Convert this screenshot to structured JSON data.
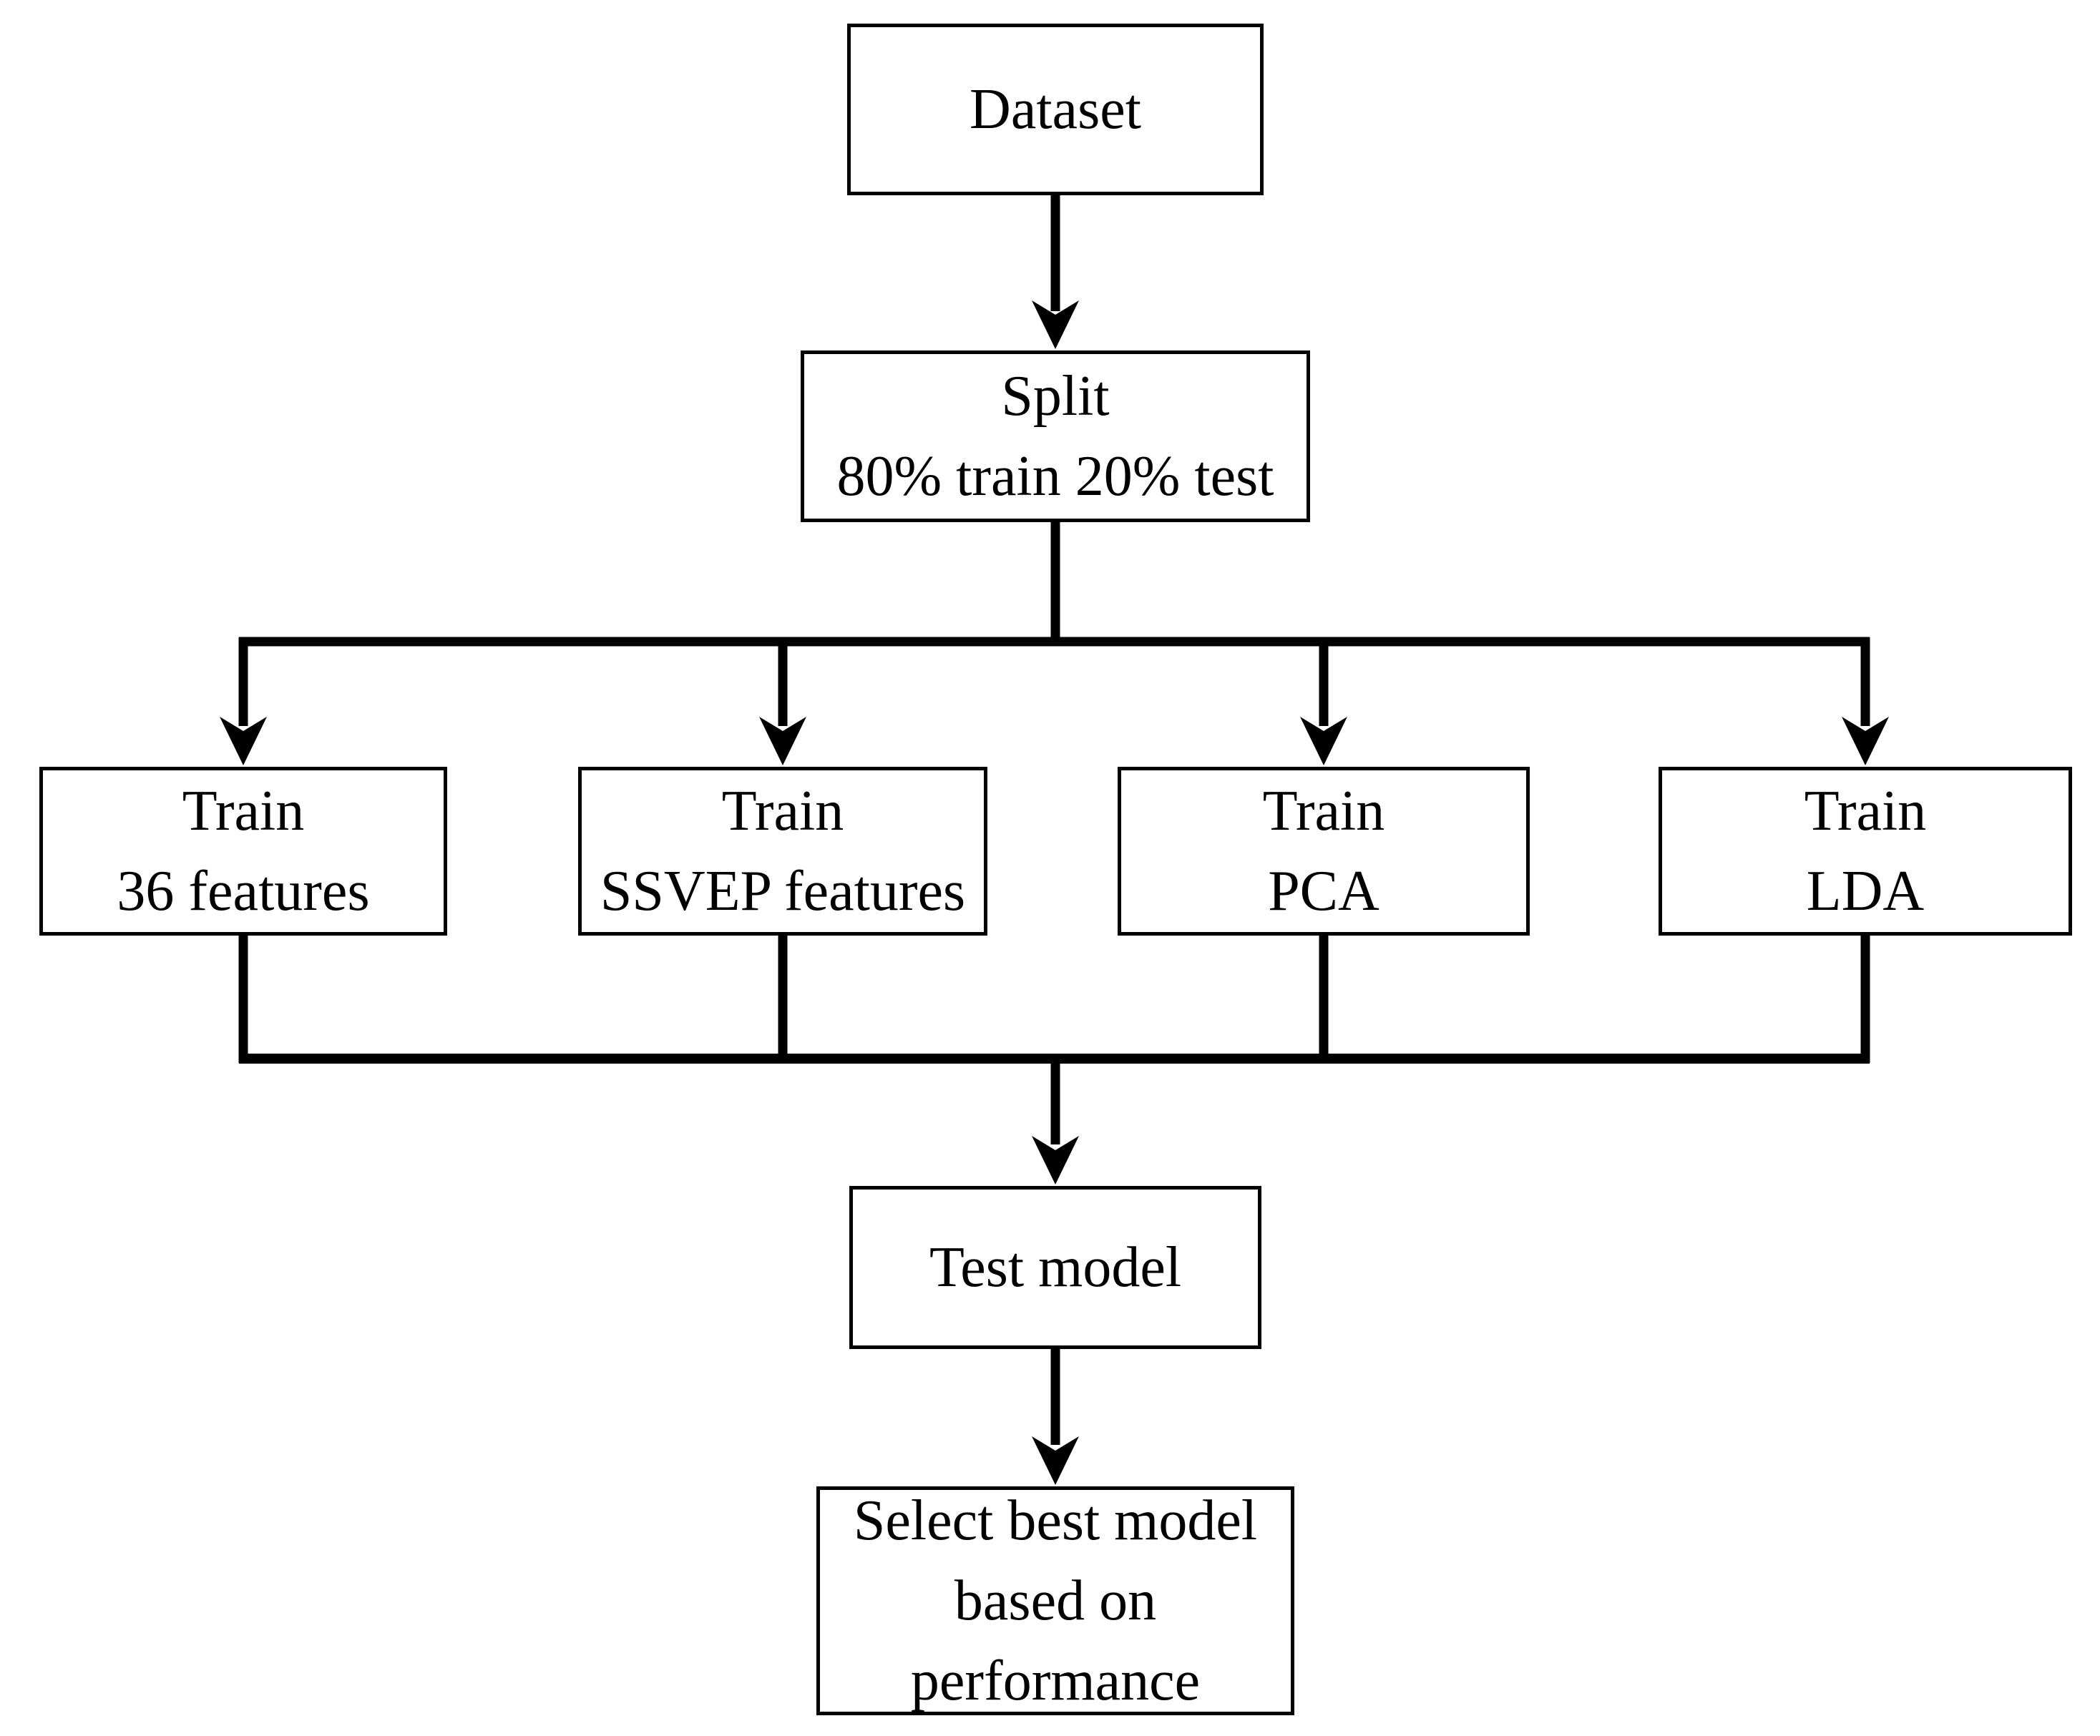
{
  "diagram": {
    "type": "flowchart",
    "background_color": "#ffffff",
    "line_color": "#000000",
    "box_fill": "#ffffff",
    "text_color": "#000000",
    "nodes": [
      {
        "id": "dataset",
        "lines": [
          "Dataset"
        ]
      },
      {
        "id": "split",
        "lines": [
          "Split",
          "80% train 20% test"
        ]
      },
      {
        "id": "train-36-features",
        "lines": [
          "Train",
          "36 features"
        ]
      },
      {
        "id": "train-ssvep-features",
        "lines": [
          "Train",
          "SSVEP features"
        ]
      },
      {
        "id": "train-pca",
        "lines": [
          "Train",
          "PCA"
        ]
      },
      {
        "id": "train-lda",
        "lines": [
          "Train",
          "LDA"
        ]
      },
      {
        "id": "test-model",
        "lines": [
          "Test model"
        ]
      },
      {
        "id": "select-best-model",
        "lines": [
          "Select best model",
          "based on",
          "performance"
        ]
      }
    ],
    "edges": [
      {
        "from": "dataset",
        "to": "split",
        "arrow": true
      },
      {
        "from": "split",
        "to": "train-36-features",
        "arrow": true
      },
      {
        "from": "split",
        "to": "train-ssvep-features",
        "arrow": true
      },
      {
        "from": "split",
        "to": "train-pca",
        "arrow": true
      },
      {
        "from": "split",
        "to": "train-lda",
        "arrow": true
      },
      {
        "from": "train-36-features",
        "to": "test-model",
        "arrow": true
      },
      {
        "from": "train-ssvep-features",
        "to": "test-model",
        "arrow": true
      },
      {
        "from": "train-pca",
        "to": "test-model",
        "arrow": true
      },
      {
        "from": "train-lda",
        "to": "test-model",
        "arrow": true
      },
      {
        "from": "test-model",
        "to": "select-best-model",
        "arrow": true
      }
    ]
  }
}
